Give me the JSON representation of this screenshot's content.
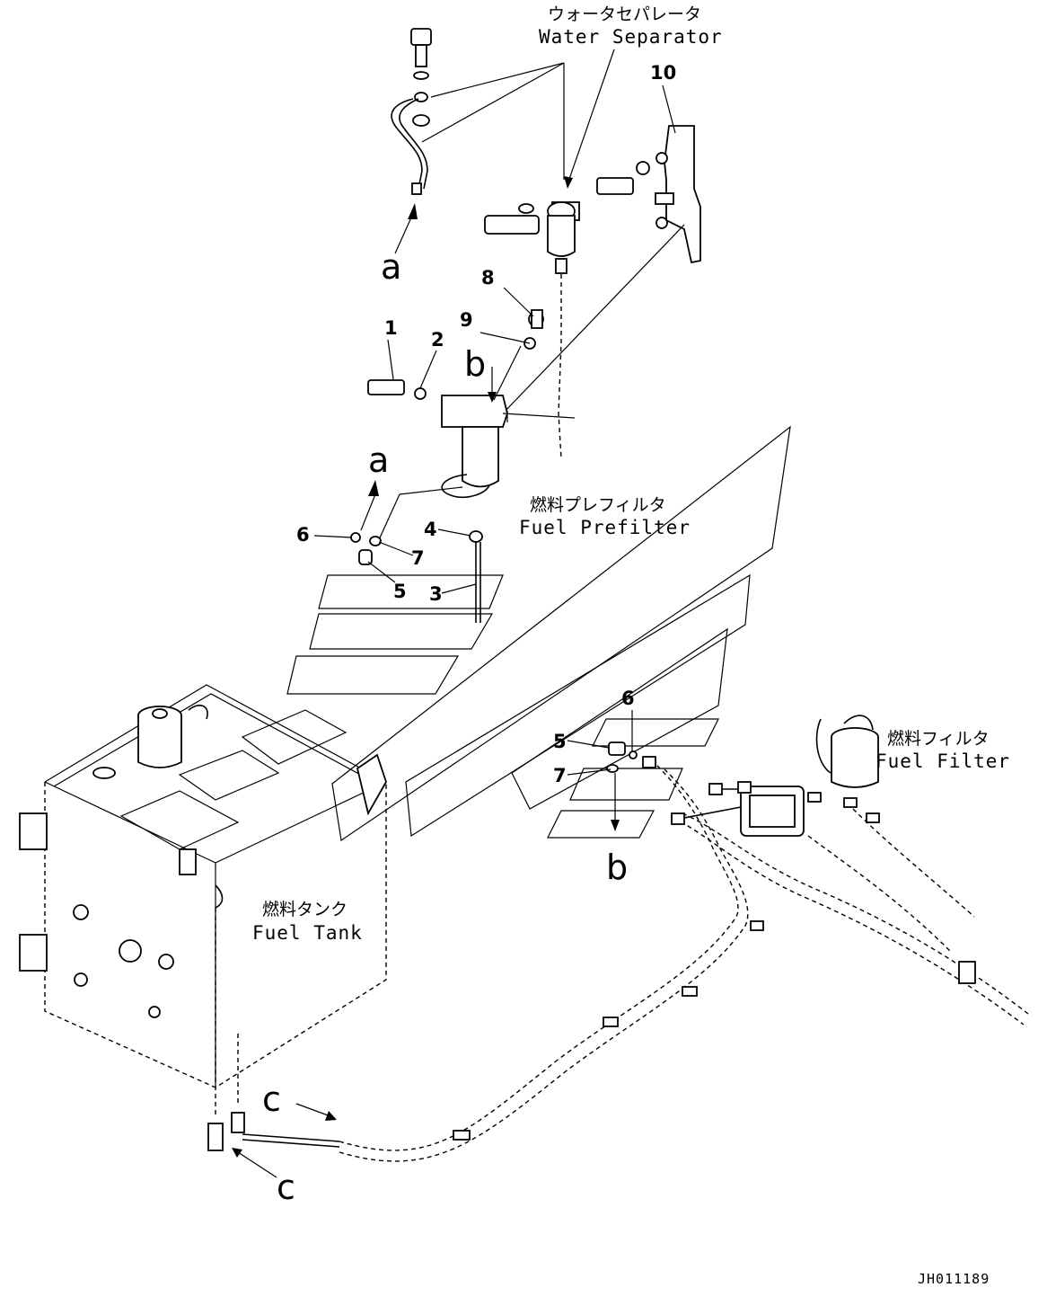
{
  "labels": {
    "water_separator_jp": "ウォータセパレータ",
    "water_separator_en": "Water Separator",
    "fuel_prefilter_jp": "燃料プレフィルタ",
    "fuel_prefilter_en": "Fuel Prefilter",
    "fuel_filter_jp": "燃料フィルタ",
    "fuel_filter_en": "Fuel Filter",
    "fuel_tank_jp": "燃料タンク",
    "fuel_tank_en": "Fuel Tank"
  },
  "callouts": {
    "n1": "1",
    "n2": "2",
    "n3": "3",
    "n4": "4",
    "n5a": "5",
    "n5b": "5",
    "n6a": "6",
    "n6b": "6",
    "n7a": "7",
    "n7b": "7",
    "n8": "8",
    "n9": "9",
    "n10": "10"
  },
  "connection_letters": {
    "a1": "a",
    "a2": "a",
    "b1": "b",
    "b2": "b",
    "c1": "c",
    "c2": "c"
  },
  "drawing_code": "JH011189"
}
